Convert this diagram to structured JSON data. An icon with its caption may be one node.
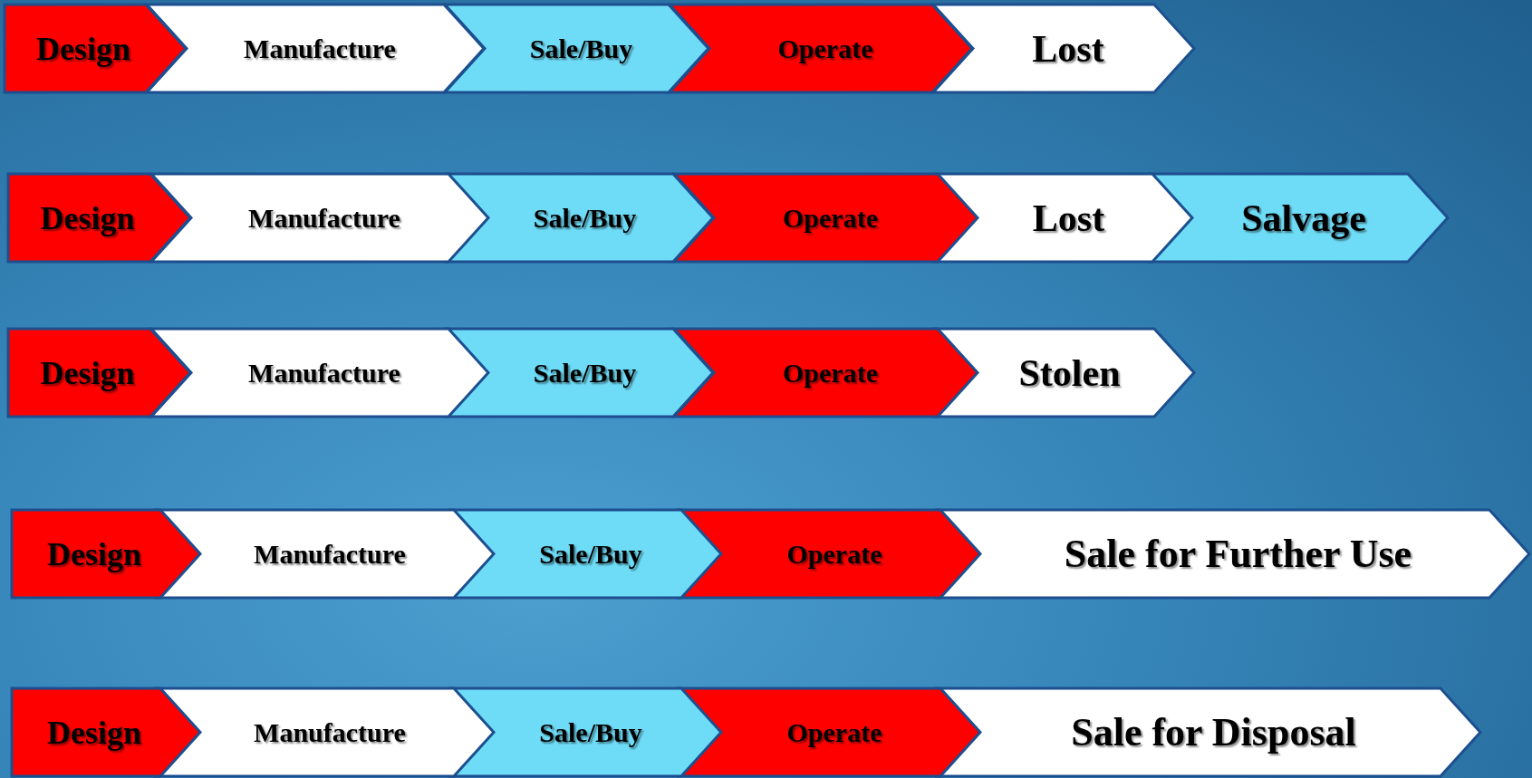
{
  "diagram": {
    "nodes": [
      {
        "text": [
          "Design"
        ]
      },
      {
        "text": [
          "Manufacture"
        ]
      },
      {
        "text": [
          "Sale/Buy"
        ]
      },
      {
        "text": [
          "Operate"
        ]
      },
      {
        "text": [
          "Lost"
        ]
      },
      {
        "text": [
          "Design"
        ]
      },
      {
        "text": [
          "Manufacture"
        ]
      },
      {
        "text": [
          "Sale/Buy"
        ]
      },
      {
        "text": [
          "Operate"
        ]
      },
      {
        "text": [
          "Lost"
        ]
      },
      {
        "text": [
          "Salvage"
        ]
      },
      {
        "text": [
          "Design"
        ]
      },
      {
        "text": [
          "Manufacture"
        ]
      },
      {
        "text": [
          "Sale/Buy"
        ]
      },
      {
        "text": [
          "Operate"
        ]
      },
      {
        "text": [
          "Stolen"
        ]
      },
      {
        "text": [
          "Design"
        ]
      },
      {
        "text": [
          "Manufacture"
        ]
      },
      {
        "text": [
          "Sale/Buy"
        ]
      },
      {
        "text": [
          "Operate"
        ]
      },
      {
        "text": [
          "Sale for Further Use"
        ]
      },
      {
        "text": [
          "Design"
        ]
      },
      {
        "text": [
          "Manufacture"
        ]
      },
      {
        "text": [
          "Sale/Buy"
        ]
      },
      {
        "text": [
          "Operate"
        ]
      },
      {
        "text": [
          "Sale for Disposal"
        ]
      }
    ]
  }
}
